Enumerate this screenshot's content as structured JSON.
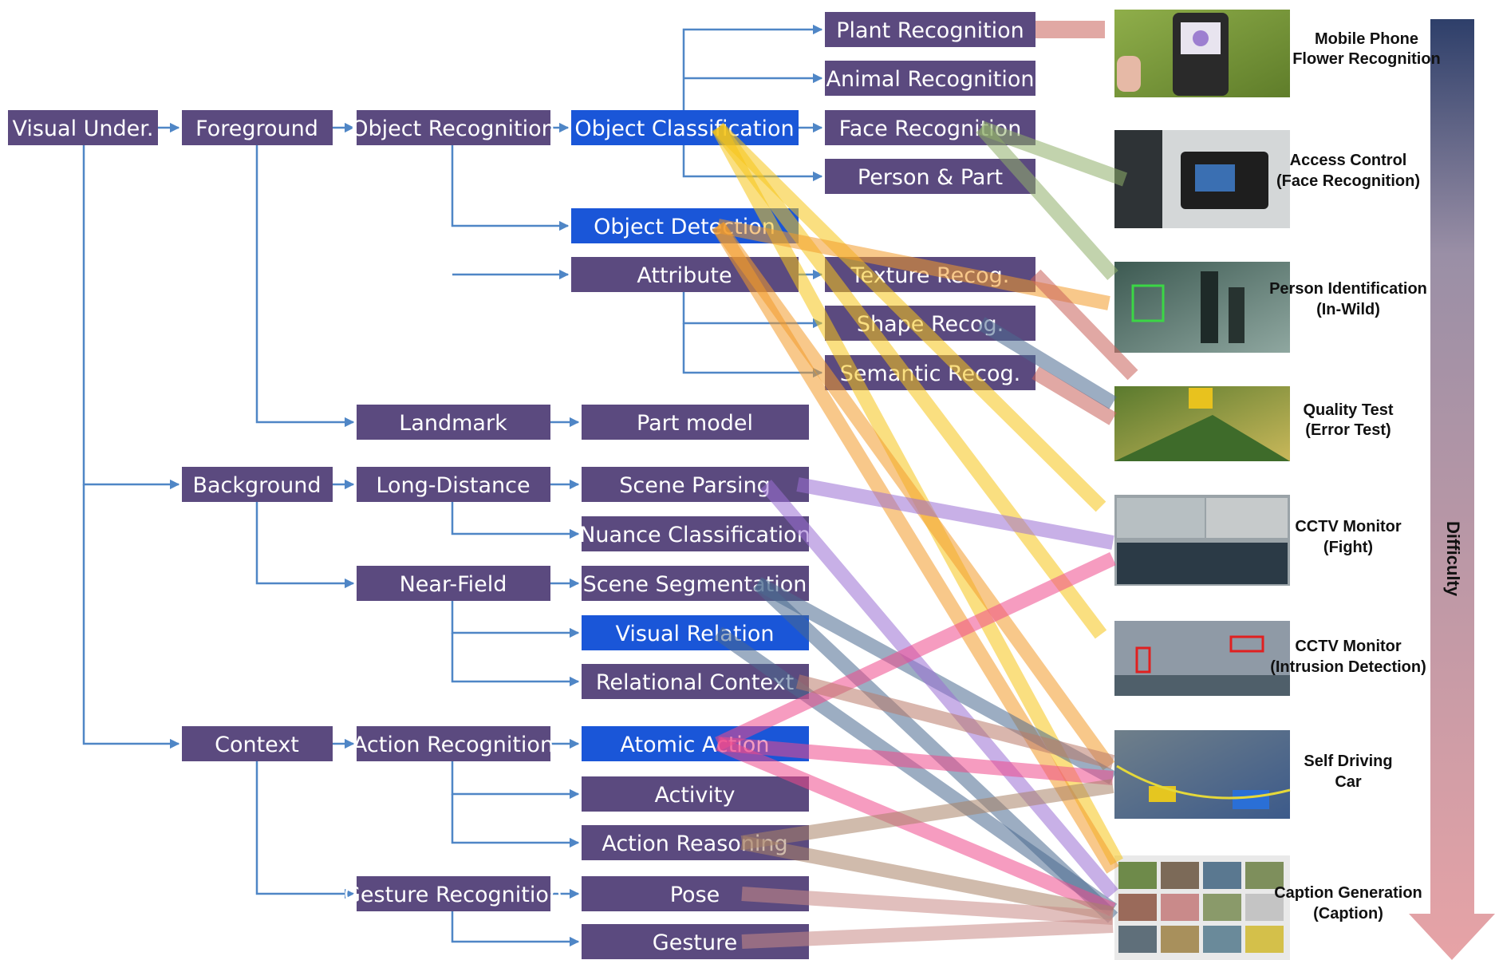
{
  "colors": {
    "node_purple": "#5b4a7f",
    "node_blue": "#1a56d8",
    "connector": "#4f86c6",
    "difficulty_top": "#2e3f6a",
    "difficulty_bottom": "#e7a3a6"
  },
  "nodes": {
    "visual": "Visual Under.",
    "foreground": "Foreground",
    "background": "Background",
    "context": "Context",
    "object_recognition": "Object Recognition",
    "object_classification": "Object Classification",
    "object_detection": "Object Detection",
    "attribute": "Attribute",
    "plant": "Plant Recognition",
    "animal": "Animal Recognition",
    "face": "Face Recognition",
    "person_part": "Person & Part",
    "texture": "Texture Recog.",
    "shape": "Shape Recog.",
    "semantic": "Semantic Recog.",
    "landmark": "Landmark",
    "part_model": "Part model",
    "long_distance": "Long-Distance",
    "scene_parsing": "Scene Parsing",
    "nuance": "Nuance Classification",
    "near_field": "Near-Field",
    "scene_segmentation": "Scene Segmentation",
    "visual_relation": "Visual Relation",
    "relational_context": "Relational Context",
    "action_recognition": "Action Recognition",
    "atomic_action": "Atomic Action",
    "activity": "Activity",
    "action_reasoning": "Action Reasoning",
    "gesture_recognition": "Gesture Recognition",
    "pose": "Pose",
    "gesture": "Gesture"
  },
  "applications": {
    "mobile": {
      "line1": "Mobile Phone",
      "line2": "Flower Recognition",
      "image": "flower-phone-photo"
    },
    "access": {
      "line1": "Access Control",
      "line2": "(Face Recognition)",
      "image": "face-terminal-photo"
    },
    "person_id": {
      "line1": "Person Identification",
      "line2": "(In-Wild)",
      "image": "staircase-crowd-photo"
    },
    "quality": {
      "line1": "Quality Test",
      "line2": "(Error Test)",
      "image": "circuit-board-photo"
    },
    "cctv_fight": {
      "line1": "CCTV Monitor",
      "line2": "(Fight)",
      "image": "cctv-fight-photo"
    },
    "cctv_intrusion": {
      "line1": "CCTV Monitor",
      "line2": "(Intrusion Detection)",
      "image": "cctv-intrusion-photo"
    },
    "self_driving": {
      "line1": "Self Driving",
      "line2": "Car",
      "image": "self-driving-scene-photo"
    },
    "caption": {
      "line1": "Caption Generation",
      "line2": "(Caption)",
      "image": "caption-image-grid"
    }
  },
  "difficulty_label": "Difficulty"
}
